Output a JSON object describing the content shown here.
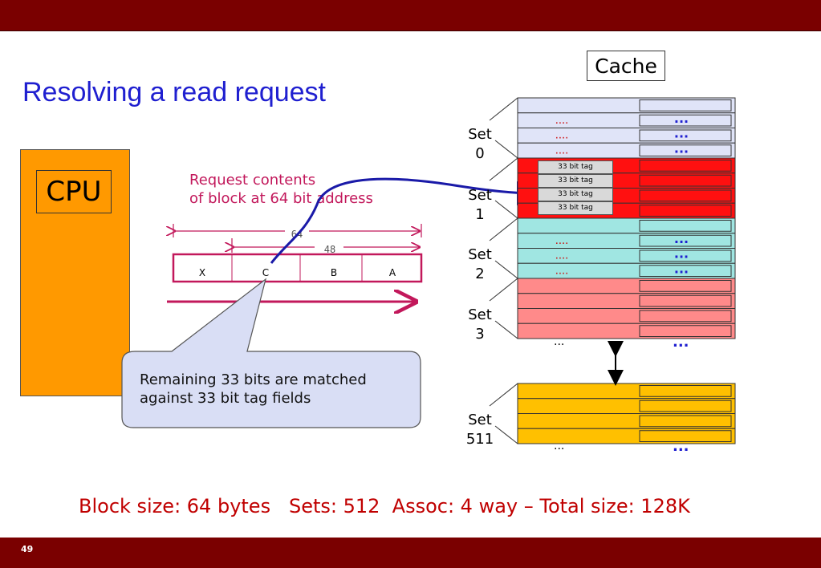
{
  "slide": {
    "title": "Resolving a read request",
    "page_number": "49",
    "footer": "Block size: 64 bytes   Sets: 512  Assoc: 4 way – Total size: 128K"
  },
  "cpu": {
    "label": "CPU"
  },
  "request": {
    "line1": "Request contents",
    "line2": "of block at 64 bit address"
  },
  "address": {
    "width_total": "64",
    "width_upper": "48",
    "fields": [
      "X",
      "C",
      "B",
      "A"
    ]
  },
  "callout": {
    "line1": "Remaining 33 bits are matched",
    "line2": "against 33 bit tag fields"
  },
  "cache": {
    "title": "Cache",
    "sets": [
      {
        "word": "Set",
        "number": "0",
        "color": "#e0e4f8"
      },
      {
        "word": "Set",
        "number": "1",
        "color": "#ff1010"
      },
      {
        "word": "Set",
        "number": "2",
        "color": "#a0e6e2"
      },
      {
        "word": "Set",
        "number": "3",
        "color": "#ff8a8a"
      },
      {
        "word": "Set",
        "number": "511",
        "color": "#ffc000"
      }
    ],
    "tag_label": "33 bit tag",
    "row_dots": "....",
    "data_dots": "...",
    "gap_dots": "..."
  },
  "colors": {
    "accent_title": "#1f1fd0",
    "bar": "#7a0000",
    "footer": "#c00000",
    "request": "#c2185b"
  }
}
